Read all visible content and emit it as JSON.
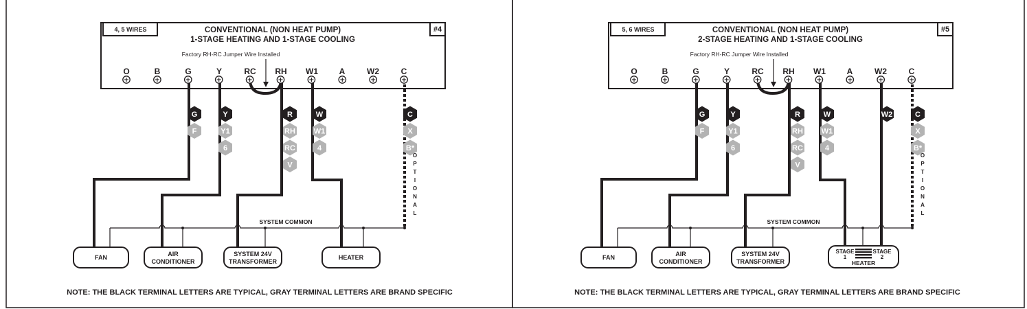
{
  "panels": [
    {
      "wires_label": "4, 5 WIRES",
      "title_line1": "CONVENTIONAL (NON HEAT PUMP)",
      "title_line2": "1-STAGE HEATING AND 1-STAGE COOLING",
      "number": "#4",
      "jumper_note": "Factory RH-RC Jumper Wire Installed",
      "terminals": [
        "O",
        "B",
        "G",
        "Y",
        "RC",
        "RH",
        "W1",
        "A",
        "W2",
        "C"
      ],
      "tags": [
        {
          "items": [
            "G",
            "F"
          ]
        },
        {
          "items": [
            "Y",
            "Y1",
            "6"
          ]
        },
        {
          "items": [
            "R",
            "RH",
            "RC",
            "V"
          ]
        },
        {
          "items": [
            "W",
            "W1",
            "4"
          ]
        },
        {
          "items": [
            "C",
            "X",
            "B*"
          ]
        }
      ],
      "optional_label": "OPTIONAL",
      "system_common": "SYSTEM COMMON",
      "devices": {
        "fan": "FAN",
        "air_line1": "AIR",
        "air_line2": "CONDITIONER",
        "transformer_line1": "SYSTEM 24V",
        "transformer_line2": "TRANSFORMER",
        "heater": "HEATER"
      },
      "note": "NOTE: THE BLACK TERMINAL LETTERS ARE TYPICAL, GRAY TERMINAL LETTERS ARE BRAND SPECIFIC"
    },
    {
      "wires_label": "5, 6 WIRES",
      "title_line1": "CONVENTIONAL (NON HEAT PUMP)",
      "title_line2": "2-STAGE HEATING AND 1-STAGE COOLING",
      "number": "#5",
      "jumper_note": "Factory RH-RC Jumper Wire Installed",
      "terminals": [
        "O",
        "B",
        "G",
        "Y",
        "RC",
        "RH",
        "W1",
        "A",
        "W2",
        "C"
      ],
      "tags": [
        {
          "items": [
            "G",
            "F"
          ]
        },
        {
          "items": [
            "Y",
            "Y1",
            "6"
          ]
        },
        {
          "items": [
            "R",
            "RH",
            "RC",
            "V"
          ]
        },
        {
          "items": [
            "W",
            "W1",
            "4"
          ]
        },
        {
          "items": [
            "W2"
          ]
        },
        {
          "items": [
            "C",
            "X",
            "B*"
          ]
        }
      ],
      "optional_label": "OPTIONAL",
      "system_common": "SYSTEM COMMON",
      "devices": {
        "fan": "FAN",
        "air_line1": "AIR",
        "air_line2": "CONDITIONER",
        "transformer_line1": "SYSTEM 24V",
        "transformer_line2": "TRANSFORMER",
        "stage1_line1": "STAGE",
        "stage1_line2": "1",
        "stage2_line1": "STAGE",
        "stage2_line2": "2",
        "heater": "HEATER"
      },
      "note": "NOTE: THE BLACK TERMINAL LETTERS ARE TYPICAL, GRAY TERMINAL LETTERS ARE BRAND SPECIFIC"
    }
  ]
}
